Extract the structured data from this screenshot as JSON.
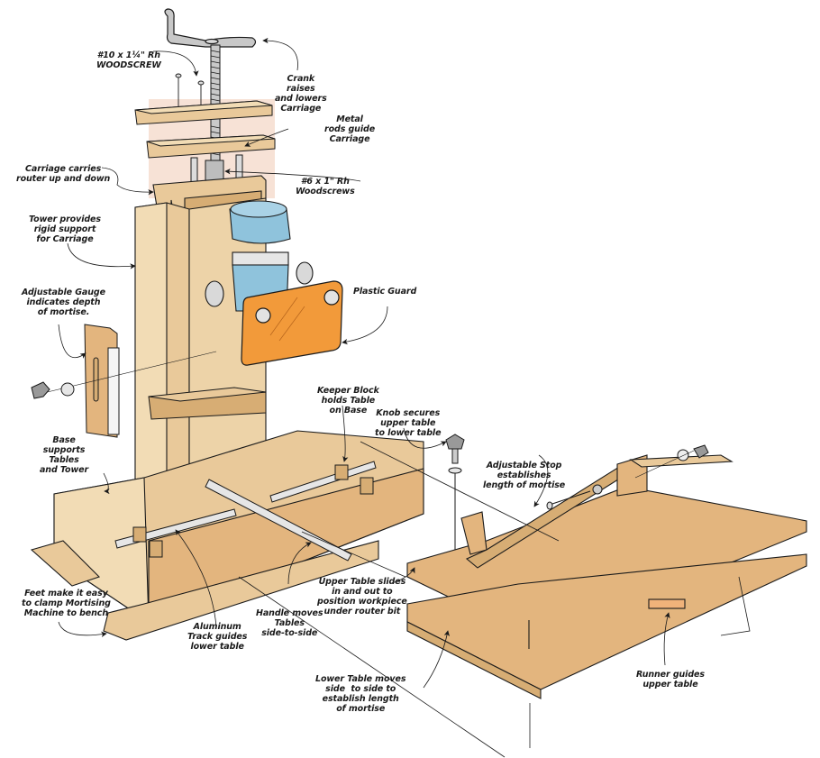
{
  "diagram": {
    "subject": "Mortising Machine exploded view",
    "colors": {
      "wood": "#e9c99a",
      "wood_light": "#f2dcb5",
      "wood_dark": "#d7ad74",
      "table": "#e3b57e",
      "router": "#8fc3dc",
      "guard": "#f29a3a",
      "metal": "#d9d9d9",
      "ink": "#1a1a1a",
      "shadow": "#f7e2d6"
    },
    "callouts": [
      {
        "id": "woodscrew-10",
        "lines": [
          "#10 x 1¼\" Rh",
          "WOODSCREW"
        ]
      },
      {
        "id": "crank",
        "lines": [
          "Crank",
          "raises",
          "and lowers",
          "Carriage"
        ]
      },
      {
        "id": "metal-rods",
        "lines": [
          "Metal",
          "rods guide",
          "Carriage"
        ]
      },
      {
        "id": "carriage",
        "lines": [
          "Carriage carries",
          "router up and down"
        ]
      },
      {
        "id": "woodscrew-6",
        "lines": [
          "#6 x 1\" Rh",
          "Woodscrews"
        ]
      },
      {
        "id": "tower",
        "lines": [
          "Tower provides",
          "rigid support",
          "for Carriage"
        ]
      },
      {
        "id": "plastic-guard",
        "lines": [
          "Plastic Guard"
        ]
      },
      {
        "id": "adjustable-gauge",
        "lines": [
          "Adjustable Gauge",
          "indicates depth",
          "of mortise."
        ]
      },
      {
        "id": "keeper-block",
        "lines": [
          "Keeper Block",
          "holds Table",
          "on Base"
        ]
      },
      {
        "id": "knob-secures",
        "lines": [
          "Knob secures",
          "upper table",
          "to lower table"
        ]
      },
      {
        "id": "base",
        "lines": [
          "Base",
          "supports",
          "Tables",
          "and Tower"
        ]
      },
      {
        "id": "adjustable-stop",
        "lines": [
          "Adjustable Stop",
          "establishes",
          "length of mortise"
        ]
      },
      {
        "id": "upper-table",
        "lines": [
          "Upper Table slides",
          "in and out to",
          "position workpiece",
          "under router bit"
        ]
      },
      {
        "id": "feet",
        "lines": [
          "Feet make it easy",
          "to clamp Mortising",
          "Machine to bench"
        ]
      },
      {
        "id": "handle",
        "lines": [
          "Handle moves",
          "Tables",
          "side-to-side"
        ]
      },
      {
        "id": "aluminum-track",
        "lines": [
          "Aluminum",
          "Track guides",
          "lower table"
        ]
      },
      {
        "id": "lower-table",
        "lines": [
          "Lower Table moves",
          "side  to side to",
          "establish length",
          "of mortise"
        ]
      },
      {
        "id": "runner",
        "lines": [
          "Runner guides",
          "upper table"
        ]
      }
    ]
  }
}
